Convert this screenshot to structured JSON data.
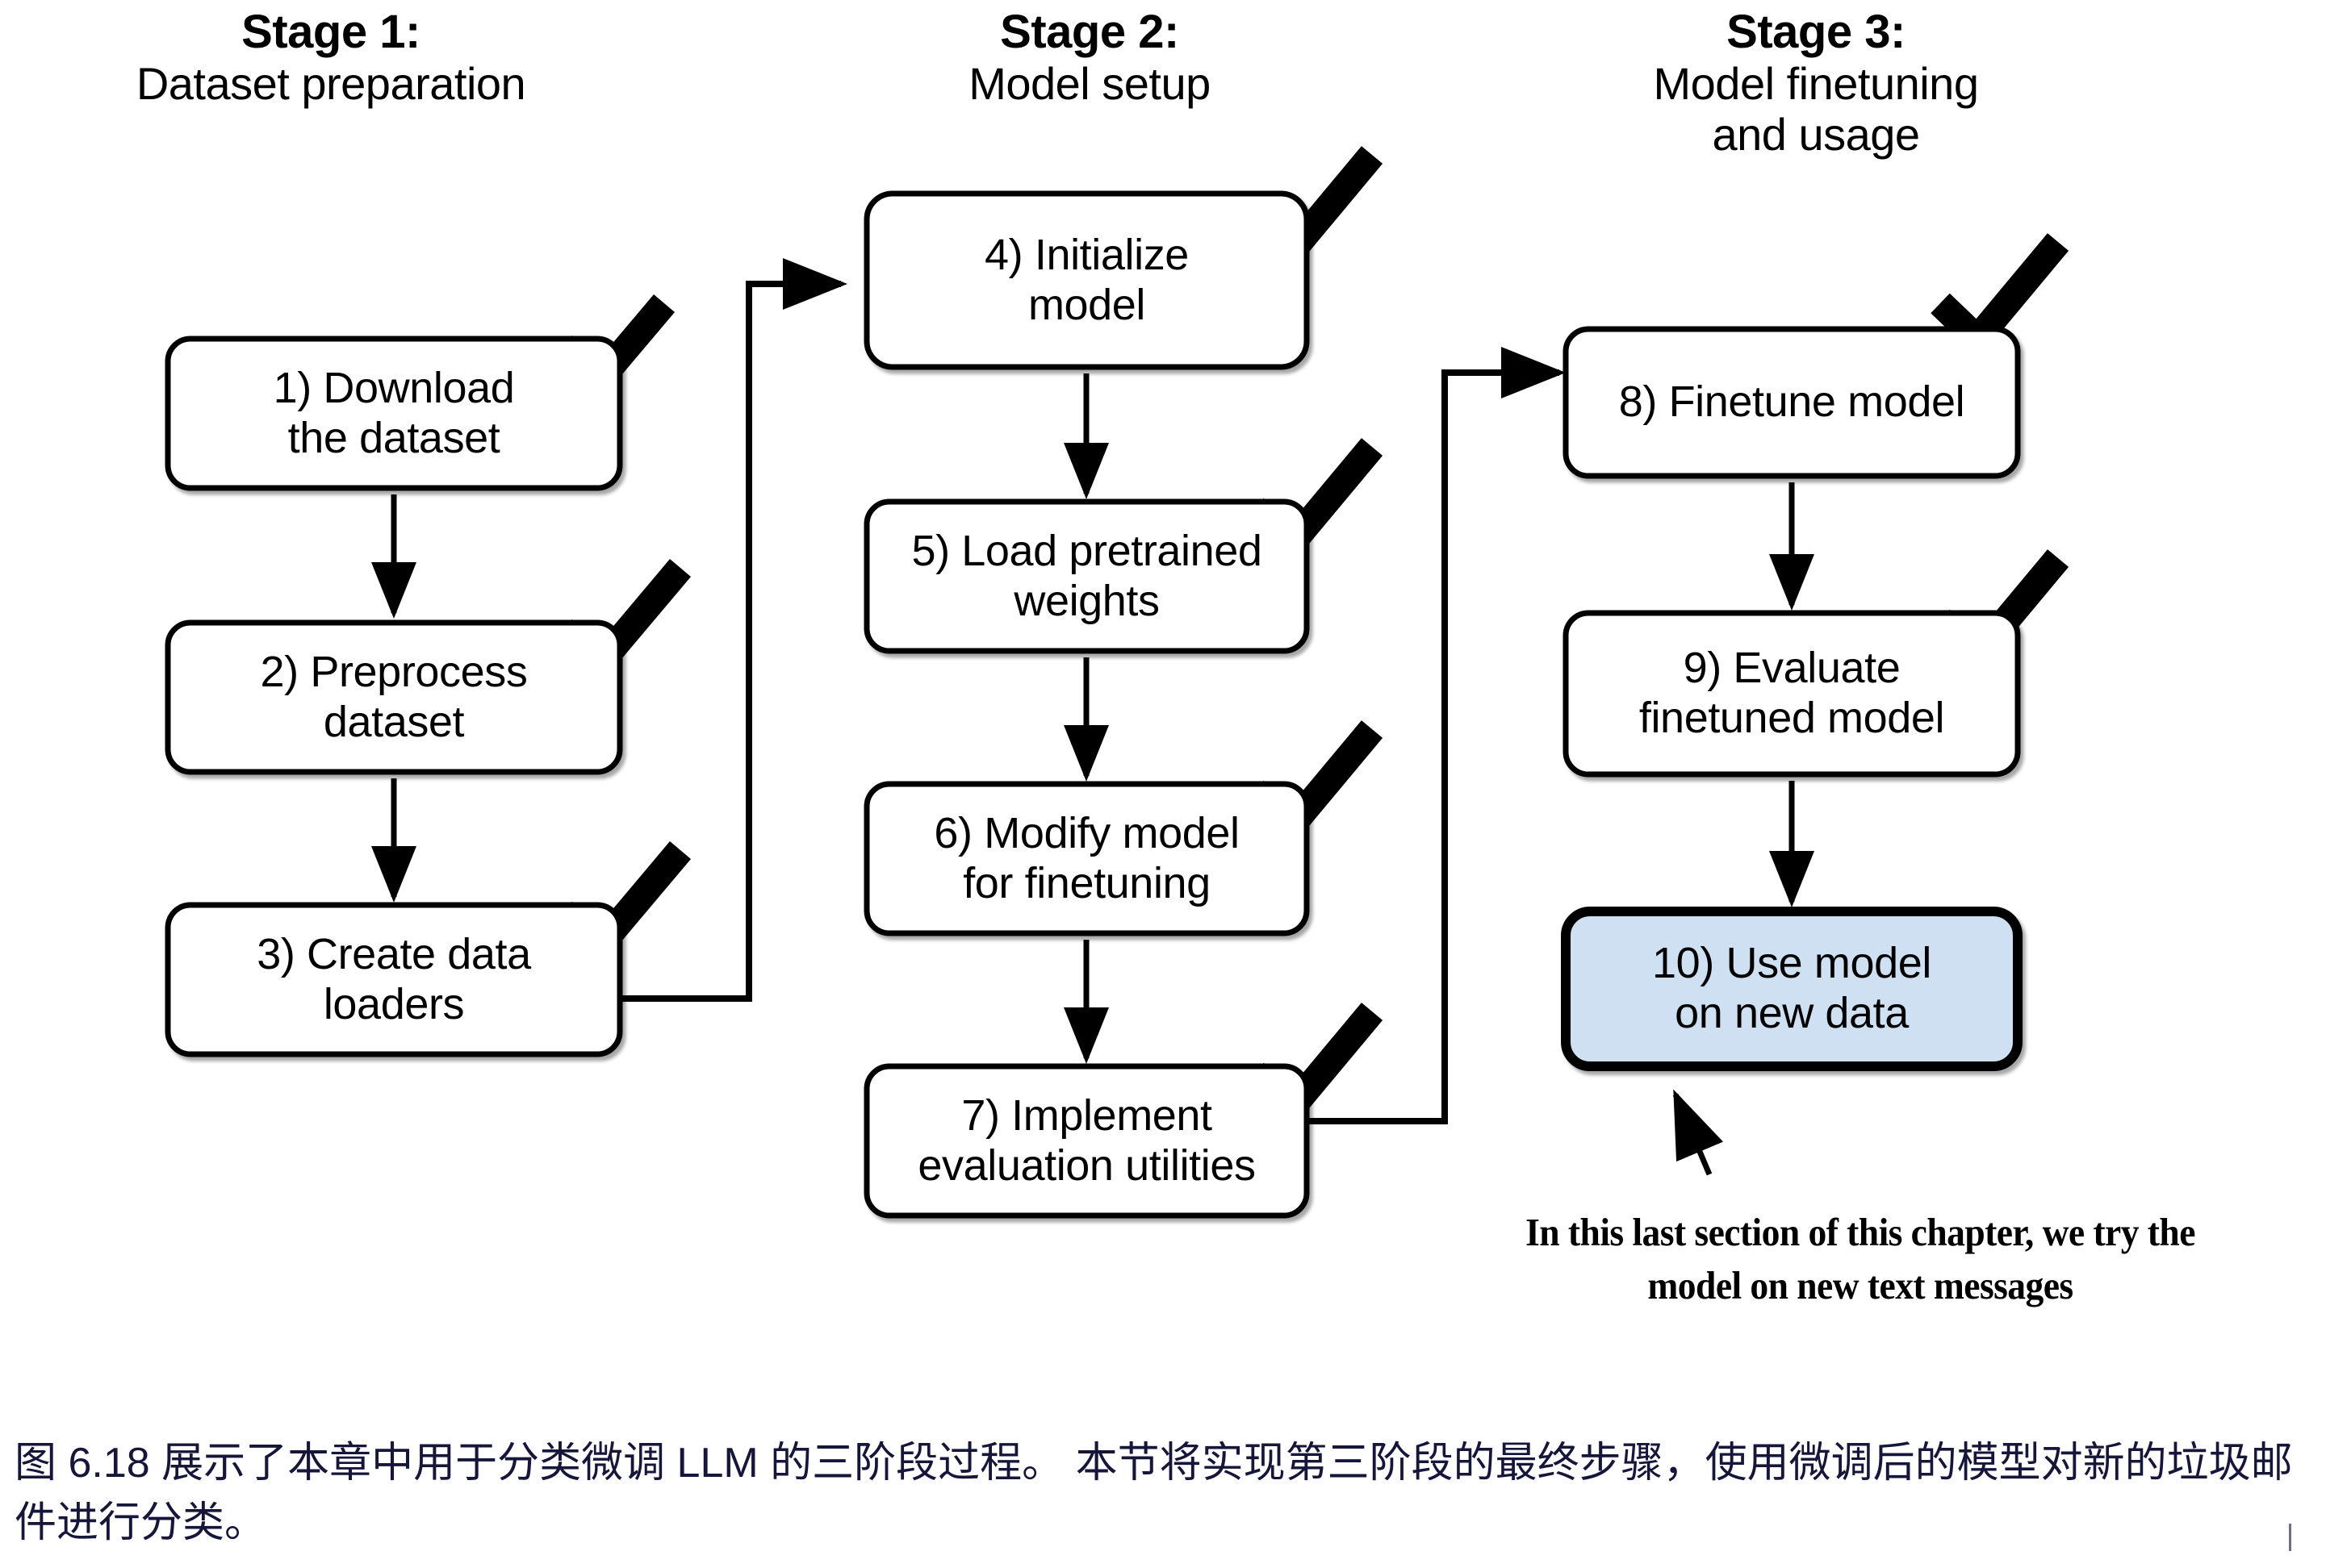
{
  "figure": {
    "stages": [
      {
        "id": "stage-1",
        "line1": "Stage 1:",
        "line2": "Dataset preparation",
        "line3": ""
      },
      {
        "id": "stage-2",
        "line1": "Stage 2:",
        "line2": "Model setup",
        "line3": ""
      },
      {
        "id": "stage-3",
        "line1": "Stage 3:",
        "line2": "Model finetuning",
        "line3": "and usage"
      }
    ],
    "nodes": [
      {
        "id": "step-1",
        "number": "1)",
        "label": "1) Download\nthe dataset",
        "checked": true,
        "highlighted": false
      },
      {
        "id": "step-2",
        "number": "2)",
        "label": "2) Preprocess\ndataset",
        "checked": true,
        "highlighted": false
      },
      {
        "id": "step-3",
        "number": "3)",
        "label": "3) Create data\nloaders",
        "checked": true,
        "highlighted": false
      },
      {
        "id": "step-4",
        "number": "4)",
        "label": "4) Initialize\nmodel",
        "checked": true,
        "highlighted": false
      },
      {
        "id": "step-5",
        "number": "5)",
        "label": "5) Load pretrained\nweights",
        "checked": true,
        "highlighted": false
      },
      {
        "id": "step-6",
        "number": "6)",
        "label": "6) Modify model\nfor finetuning",
        "checked": true,
        "highlighted": false
      },
      {
        "id": "step-7",
        "number": "7)",
        "label": "7) Implement\nevaluation utilities",
        "checked": true,
        "highlighted": false
      },
      {
        "id": "step-8",
        "number": "8)",
        "label": "8) Finetune model",
        "checked": true,
        "highlighted": false
      },
      {
        "id": "step-9",
        "number": "9)",
        "label": "9) Evaluate\nfinetuned model",
        "checked": true,
        "highlighted": false
      },
      {
        "id": "step-10",
        "number": "10)",
        "label": "10) Use model\non new data",
        "checked": false,
        "highlighted": true
      }
    ],
    "annotation": {
      "line1": "In this last section of this chapter, we try the",
      "line2": "model on new text messages"
    },
    "colors": {
      "highlight_fill": "#cfe0f2",
      "stroke": "#000000",
      "box_fill": "#ffffff",
      "caption_text": "#16163a"
    }
  },
  "caption": {
    "text": "图 6.18 展示了本章中用于分类微调 LLM 的三阶段过程。 本节将实现第三阶段的最终步骤，使用微调后的模型对新的垃圾邮件进行分类。"
  }
}
